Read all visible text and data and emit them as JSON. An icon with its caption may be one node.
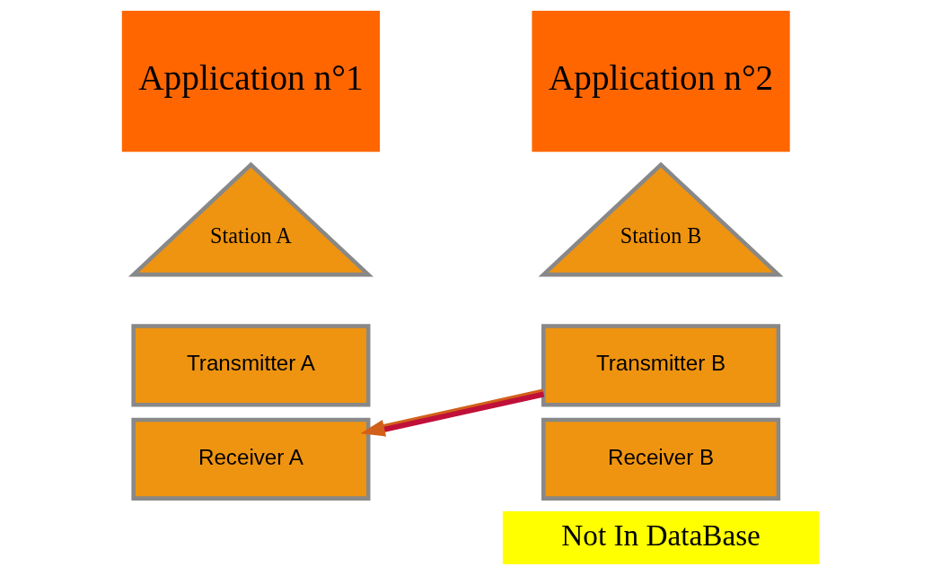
{
  "diagram": {
    "nodes": [
      {
        "text": [
          "Application n°1"
        ]
      },
      {
        "text": [
          "Application n°2"
        ]
      },
      {
        "text": [
          "Station A"
        ]
      },
      {
        "text": [
          "Transmitter A"
        ]
      },
      {
        "text": [
          "Receiver A"
        ]
      },
      {
        "text": [
          "Station B"
        ]
      },
      {
        "text": [
          "Transmitter B"
        ]
      },
      {
        "text": [
          "Receiver B"
        ]
      },
      {
        "text": [
          "Not In DataBase"
        ]
      }
    ],
    "edges": [
      {
        "from": 6,
        "to": 4,
        "arrow": "to"
      }
    ]
  }
}
